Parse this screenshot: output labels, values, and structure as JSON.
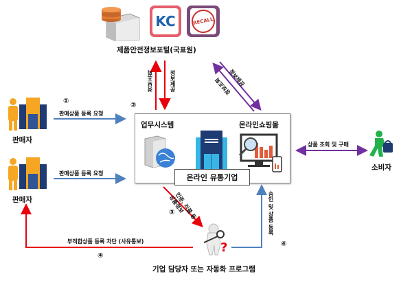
{
  "portal": {
    "title": "제품안전정보포털(국표원)",
    "kc_logo": "KC",
    "recall_logo": "RECALL"
  },
  "arrows": {
    "portal_to_company_query": "정보조회",
    "portal_to_company_provide": "정보제공",
    "mall_portal_provide": "정보제공",
    "mall_portal_query": "정보조회",
    "product_info_line1": "인증, 리콜 등",
    "product_info_line2": "상품정보",
    "approve_register": "승인 및 상품 등록",
    "block_notice": "부적합상품 등록 차단 (사유통보)",
    "consumer_flow": "상품 조회 및 구매"
  },
  "sellers": [
    {
      "label": "판매자",
      "request": "판매상품 등록 요청"
    },
    {
      "label": "판매자",
      "request": "판매상품 등록 요청"
    }
  ],
  "steps": {
    "s1": "①",
    "s2": "②",
    "s3": "③",
    "s4a": "④",
    "s4b": "④"
  },
  "company_box": {
    "business_system": "업무시스템",
    "online_mall": "온라인쇼핑몰",
    "name": "온라인 유통기업"
  },
  "consumer": {
    "label": "소비자"
  },
  "inspector": {
    "label": "기업 담당자 또는 자동화 프로그램",
    "question_mark": "?"
  },
  "colors": {
    "red": "#e8000b",
    "blue": "#4f81bd",
    "purple": "#7030a0",
    "seller_orange": "#f6a623",
    "seller_navy": "#1f3b73",
    "consumer_green": "#22b14c"
  }
}
